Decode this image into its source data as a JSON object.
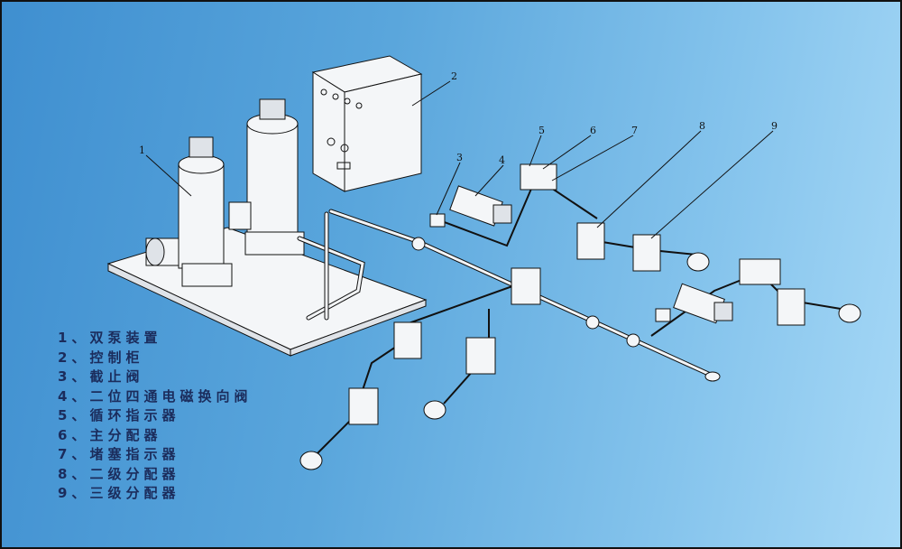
{
  "callouts": [
    "1",
    "2",
    "3",
    "4",
    "5",
    "6",
    "7",
    "8",
    "9"
  ],
  "legend": [
    {
      "num": "1、",
      "label": "双泵装置"
    },
    {
      "num": "2、",
      "label": "控制柜"
    },
    {
      "num": "3、",
      "label": "截止阀"
    },
    {
      "num": "4、",
      "label": "二位四通电磁换向阀"
    },
    {
      "num": "5、",
      "label": "循环指示器"
    },
    {
      "num": "6、",
      "label": "主分配器"
    },
    {
      "num": "7、",
      "label": "堵塞指示器"
    },
    {
      "num": "8、",
      "label": "二级分配器"
    },
    {
      "num": "9、",
      "label": "三级分配器"
    }
  ]
}
